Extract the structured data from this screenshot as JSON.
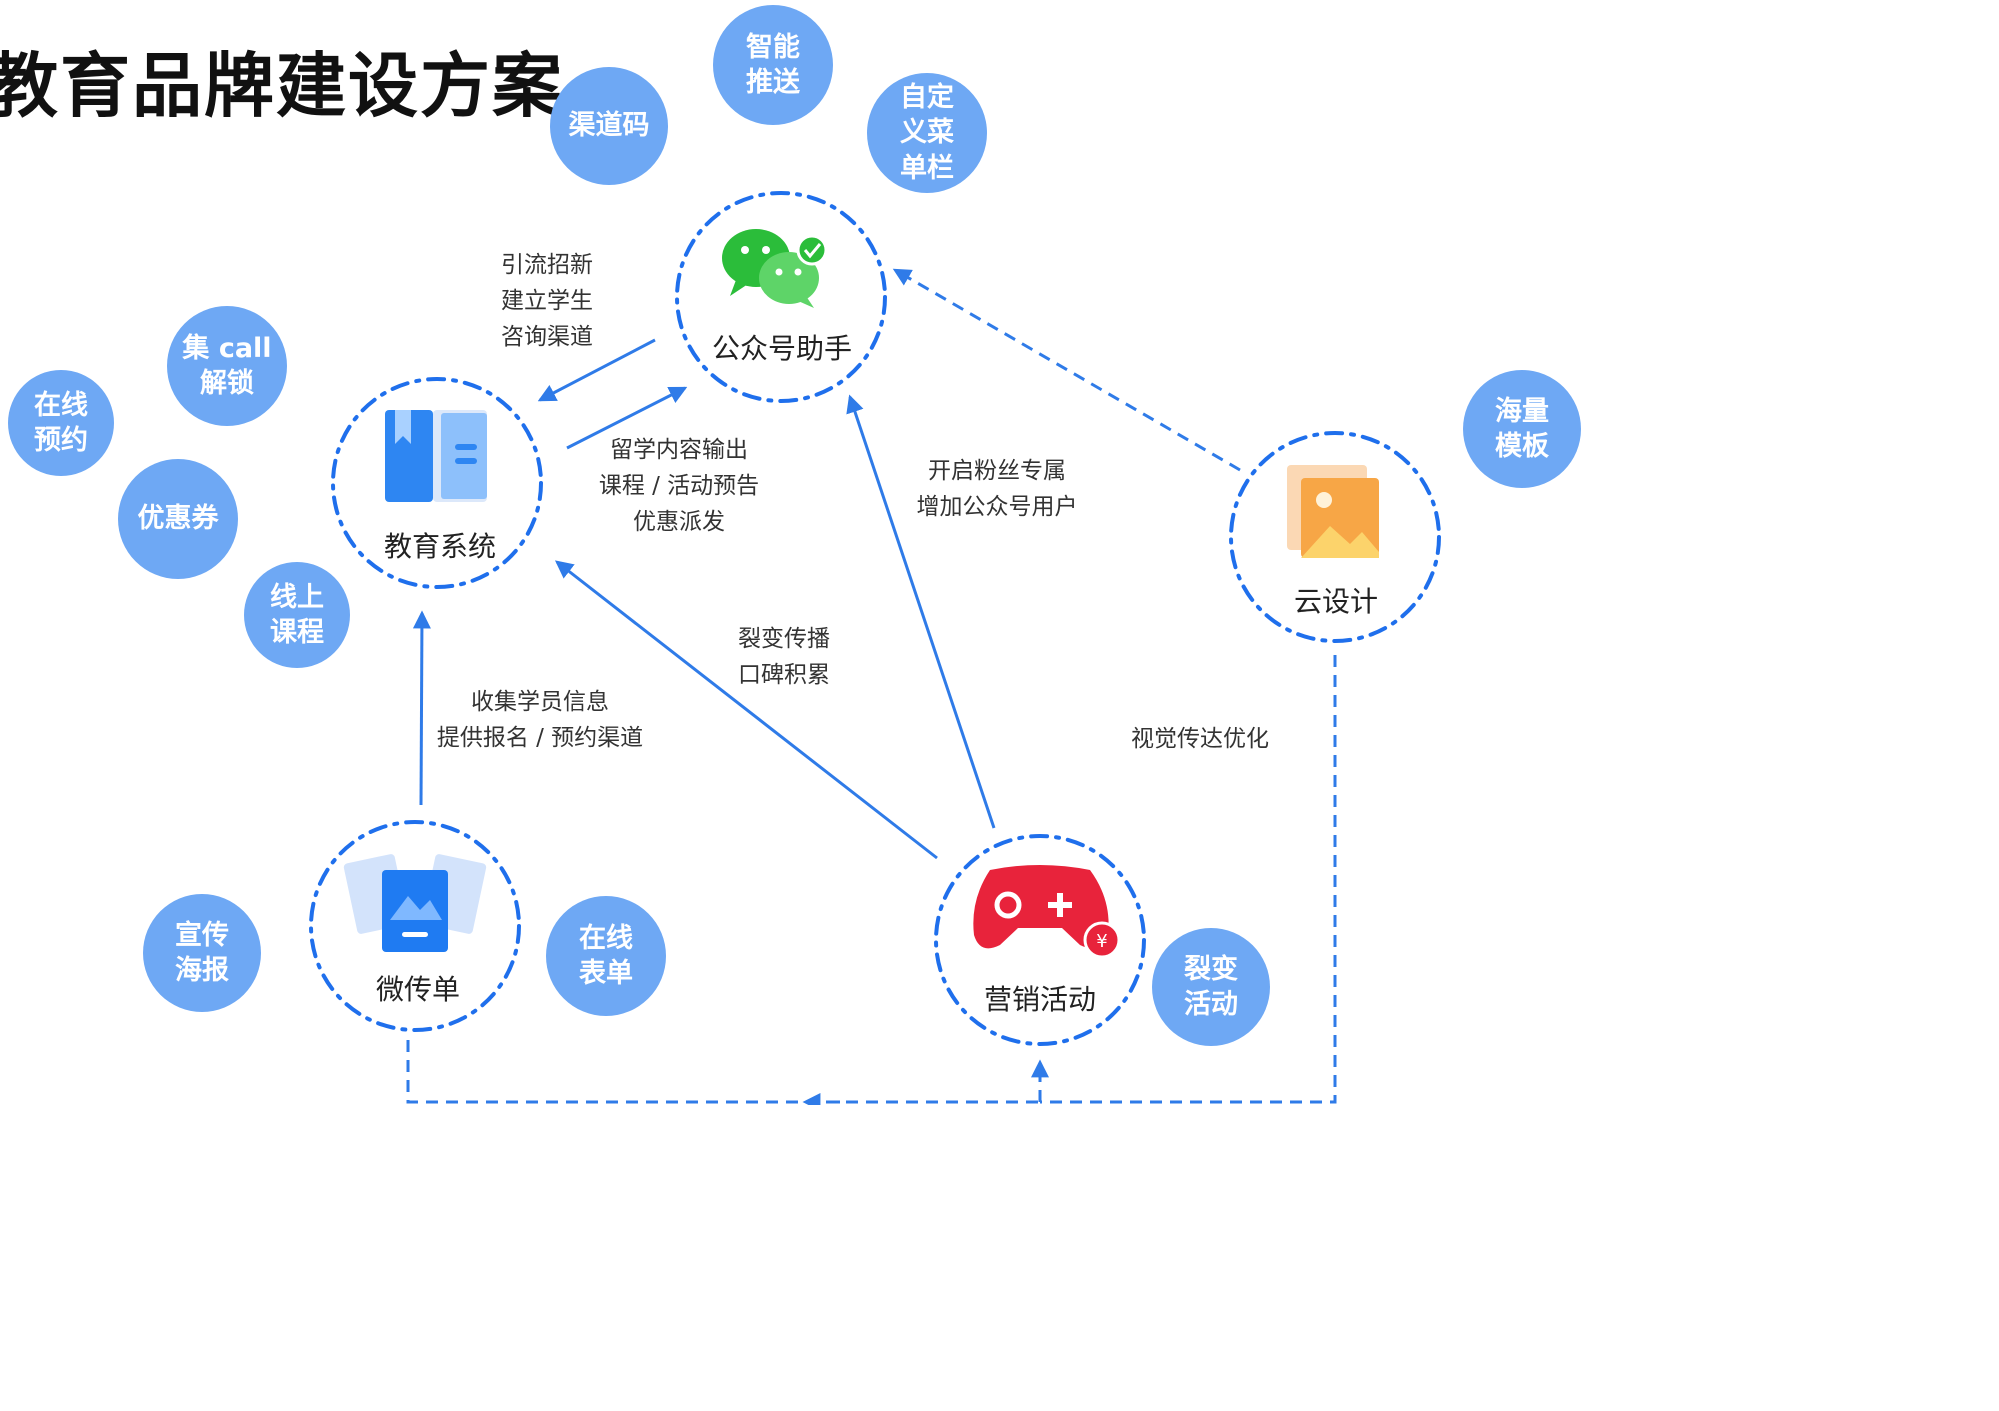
{
  "title": "教育品牌建设方案",
  "nodes": {
    "edu_system": "教育系统",
    "official_account": "公众号助手",
    "cloud_design": "云设计",
    "micro_flyer": "微传单",
    "marketing": "营销活动"
  },
  "bubbles": {
    "channel_code": "渠道码",
    "smart_push": "智能\n推送",
    "custom_menu": "自定\n义菜\n单栏",
    "collect_call": "集 call\n解锁",
    "online_booking": "在线\n预约",
    "coupon": "优惠券",
    "online_course": "线上\n课程",
    "massive_templates": "海量\n模板",
    "poster": "宣传\n海报",
    "online_form": "在线\n表单",
    "viral_activity": "裂变\n活动"
  },
  "edge_labels": {
    "oa_to_edu": "引流招新\n建立学生\n咨询渠道",
    "edu_to_oa": "留学内容输出\n课程 / 活动预告\n优惠派发",
    "marketing_to_oa": "开启粉丝专属\n增加公众号用户",
    "marketing_to_edu": "裂变传播\n口碑积累",
    "flyer_to_edu": "收集学员信息\n提供报名 / 预约渠道",
    "cloud_visual": "视觉传达优化"
  },
  "colors": {
    "accent": "#1f6fec",
    "bubble": "#6ea8f4",
    "dash": "#2f7be8"
  },
  "icons": {
    "edu_system": "book-icon",
    "official_account": "wechat-icon",
    "cloud_design": "picture-icon",
    "micro_flyer": "image-card-icon",
    "marketing": "gamepad-icon"
  }
}
